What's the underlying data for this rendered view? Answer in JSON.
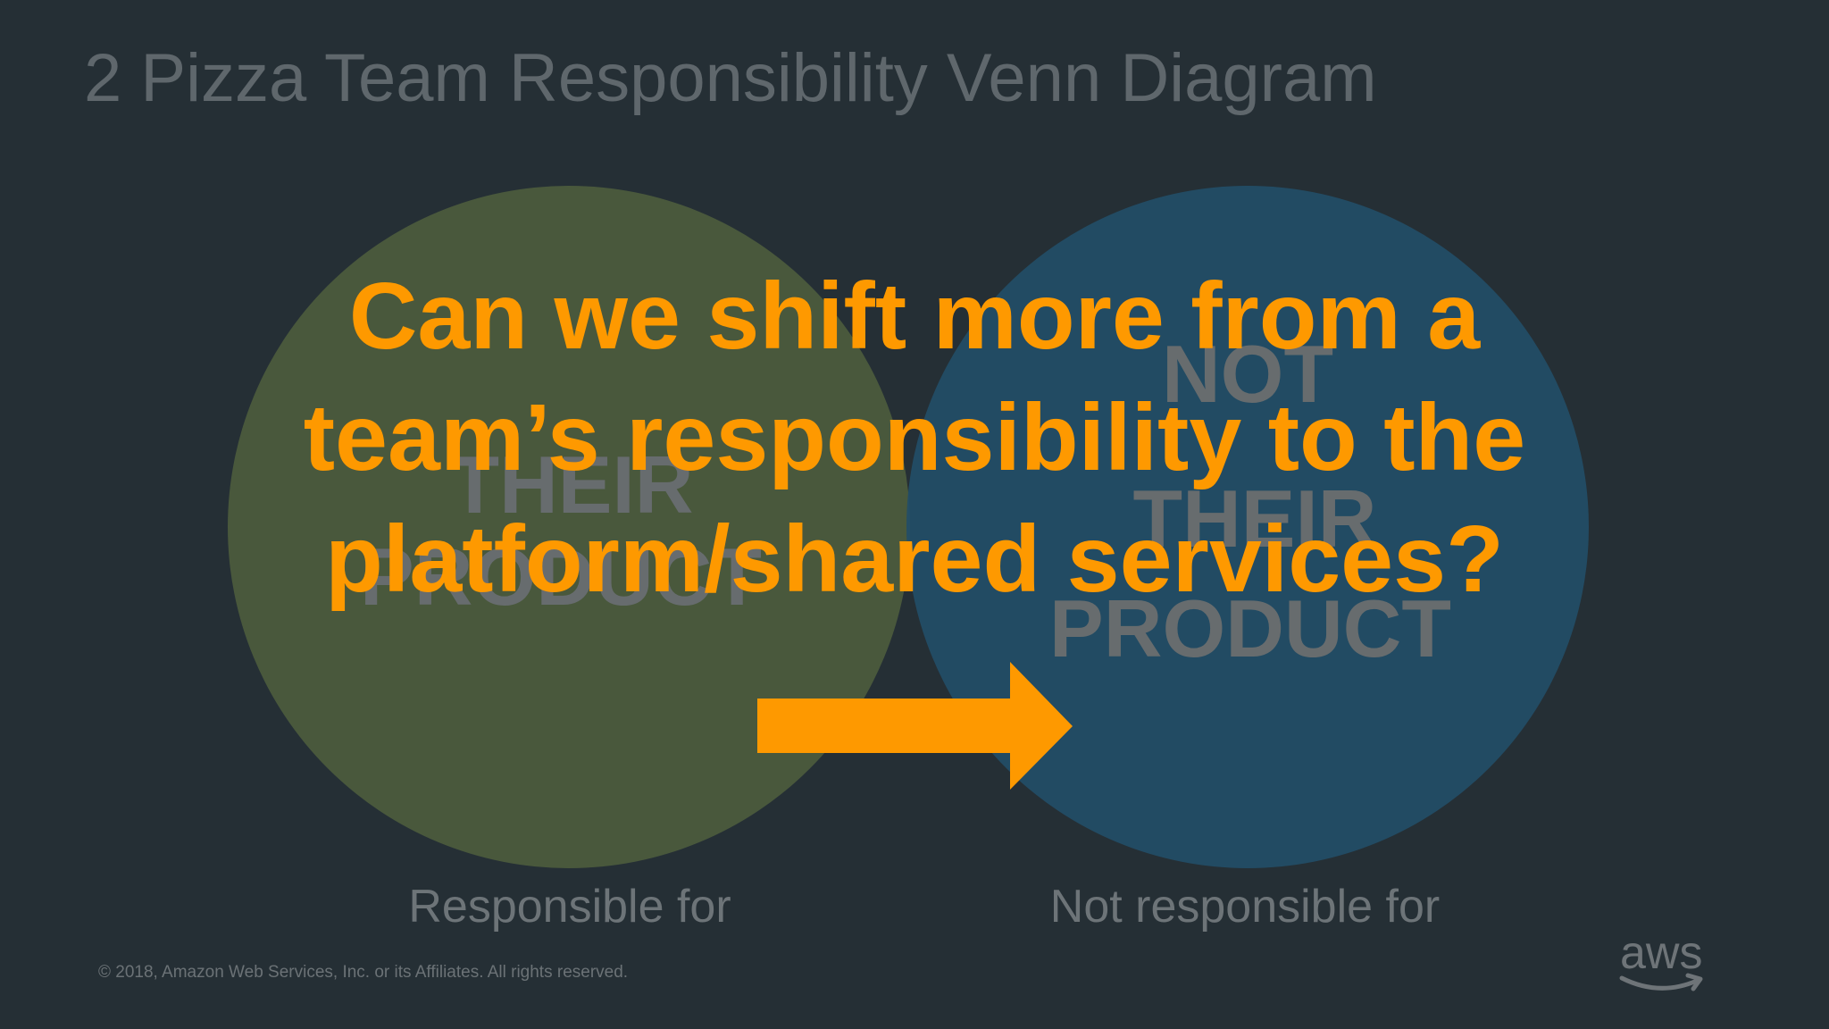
{
  "slide": {
    "title": "2 Pizza Team Responsibility Venn Diagram",
    "footer": "© 2018, Amazon Web Services, Inc. or its Affiliates. All rights reserved.",
    "logo_text": "aws"
  },
  "venn": {
    "left_circle": {
      "label_lines": [
        "THEIR",
        "PRODUCT"
      ],
      "caption": "Responsible for",
      "color": "#4a5a3d"
    },
    "right_circle": {
      "label_lines": [
        "NOT",
        "THEIR",
        "PRODUCT"
      ],
      "caption": "Not responsible for",
      "color": "#224e67"
    }
  },
  "overlay": {
    "question_lines": [
      "Can we shift more from a",
      "team’s responsibility to the",
      "platform/shared services?"
    ],
    "color": "#fe9900"
  },
  "arrow": {
    "color": "#fe9900",
    "direction": "right"
  },
  "colors": {
    "background": "#252f35",
    "muted_text": "#5f676c"
  }
}
